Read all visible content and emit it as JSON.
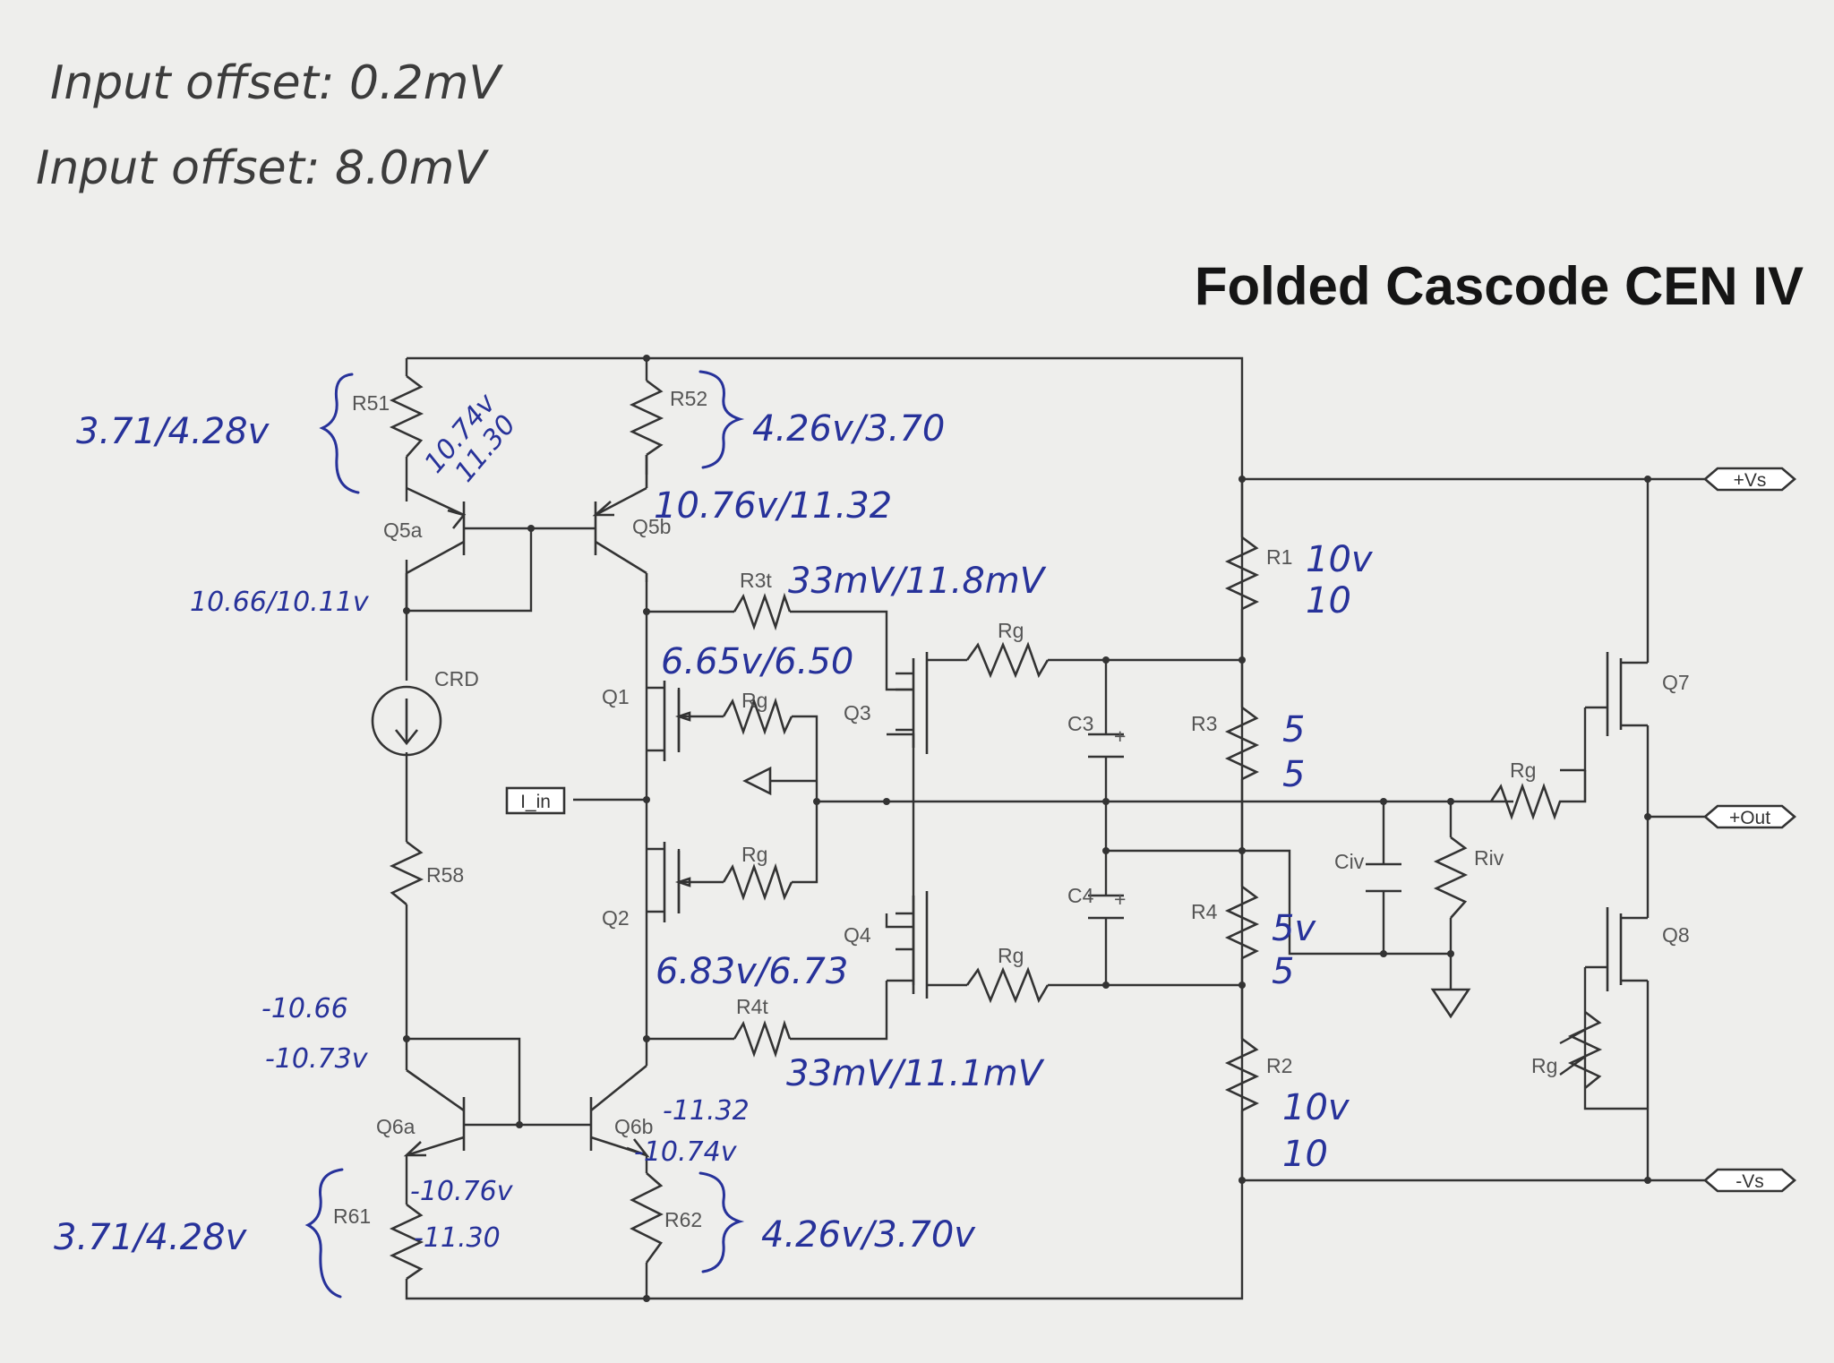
{
  "title": "Folded Cascode CEN IV",
  "notes": {
    "offset1": "Input offset: 0.2mV",
    "offset2": "Input offset: 8.0mV"
  },
  "labels": {
    "R51": "R51",
    "R52": "R52",
    "Q5a": "Q5a",
    "Q5b": "Q5b",
    "R3t": "R3t",
    "CRD": "CRD",
    "Q1": "Q1",
    "Q2": "Q2",
    "Q3": "Q3",
    "Q4": "Q4",
    "Rg_q3": "Rg",
    "Rg_q1": "Rg",
    "Rg_q2": "Rg",
    "Rg_q4": "Rg",
    "C3": "C3",
    "C4": "C4",
    "R1": "R1",
    "R3": "R3",
    "R4": "R4",
    "R2": "R2",
    "Civ": "Civ",
    "Riv": "Riv",
    "Rg_q7": "Rg",
    "Q7": "Q7",
    "Q8": "Q8",
    "Rg_q8": "Rg",
    "R58": "R58",
    "R4t": "R4t",
    "Q6a": "Q6a",
    "Q6b": "Q6b",
    "R61": "R61",
    "R62": "R62"
  },
  "ports": {
    "vplus": "+Vs",
    "out": "+Out",
    "vminus": "-Vs",
    "iin": "I_in"
  },
  "annotations": {
    "r51": "3.71/4.28v",
    "q5a_e": "10.74v",
    "q5a_e2": "11.30",
    "r52": "4.26v/3.70",
    "q5b_e": "10.76v/11.32",
    "q5a_c": "10.66/10.11v",
    "r3t": "33mV/11.8mV",
    "q1": "6.65v/6.50",
    "r1a": "10v",
    "r1b": "10",
    "r3a": "5",
    "r3b": "5",
    "r4a": "5v",
    "r4b": "5",
    "q2": "6.83v/6.73",
    "r4t": "33mV/11.1mV",
    "q6a_c1": "-10.66",
    "q6a_c2": "-10.73v",
    "q6b_e1": "-11.32",
    "q6b_e2": "-10.74v",
    "q6a_e1": "-10.76v",
    "q6a_e2": "-11.30",
    "r61": "3.71/4.28v",
    "r62": "4.26v/3.70v",
    "r2a": "10v",
    "r2b": "10"
  }
}
